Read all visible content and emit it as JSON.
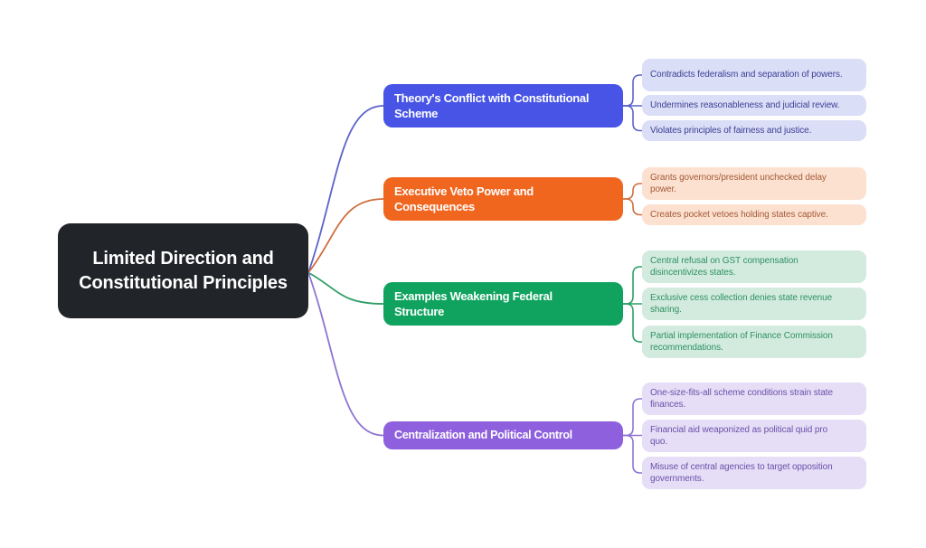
{
  "root": {
    "label": "Limited Direction and Constitutional Principles",
    "bg_color": "#212428",
    "text_color": "#ffffff"
  },
  "branches": [
    {
      "label": "Theory's Conflict with Constitutional Scheme",
      "node_color": "#4754e6",
      "line_color": "#5c63c9",
      "leaf_bg": "#dadef7",
      "leaf_text_color": "#3d3f93",
      "leaves": [
        "Contradicts federalism and separation of powers.",
        "Undermines reasonableness and judicial review.",
        "Violates principles of fairness and justice."
      ]
    },
    {
      "label": "Executive Veto Power and Consequences",
      "node_color": "#f1661f",
      "line_color": "#d06e3d",
      "leaf_bg": "#fce1d0",
      "leaf_text_color": "#a45a38",
      "leaves": [
        "Grants governors/president unchecked delay power.",
        "Creates pocket vetoes holding states captive."
      ]
    },
    {
      "label": "Examples Weakening Federal Structure",
      "node_color": "#10a35f",
      "line_color": "#2f9e68",
      "leaf_bg": "#d3ebde",
      "leaf_text_color": "#2e9164",
      "leaves": [
        "Central refusal on GST compensation disincentivizes states.",
        "Exclusive cess collection denies state revenue sharing.",
        "Partial implementation of Finance Commission recommendations."
      ]
    },
    {
      "label": "Centralization and Political Control",
      "node_color": "#8e60dd",
      "line_color": "#8d74d2",
      "leaf_bg": "#e5def6",
      "leaf_text_color": "#6b50aa",
      "leaves": [
        "One-size-fits-all scheme conditions strain state finances.",
        "Financial aid weaponized as political quid pro quo.",
        "Misuse of central agencies to target opposition governments."
      ]
    }
  ]
}
